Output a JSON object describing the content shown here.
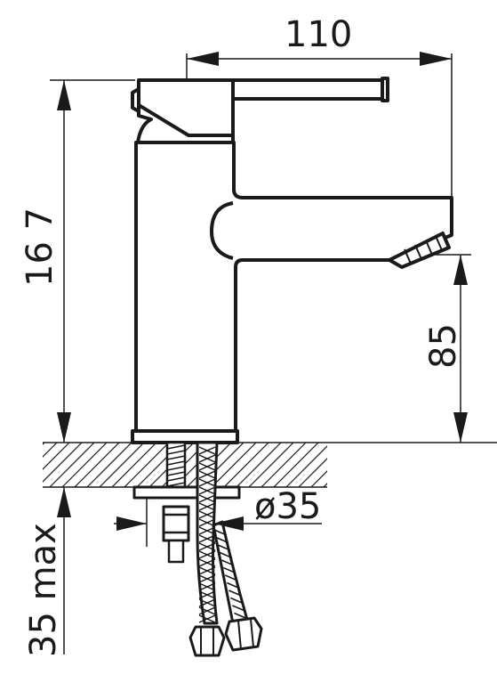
{
  "dimensions": {
    "width": "110",
    "height": "16 7",
    "spout_height": "85",
    "diameter": "ø35",
    "max_depth": "35 max"
  },
  "colors": {
    "line": "#1a1a1a",
    "background": "#ffffff"
  }
}
